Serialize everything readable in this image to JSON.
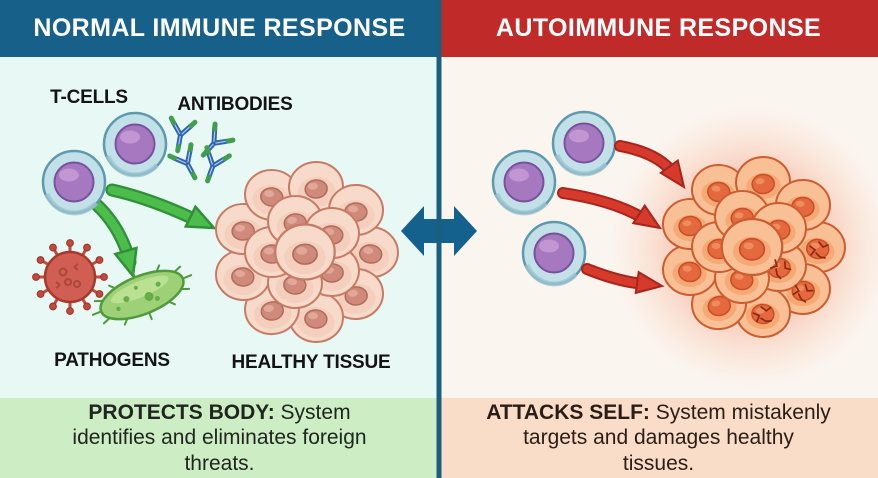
{
  "left_panel": {
    "header": "NORMAL IMMUNE RESPONSE",
    "labels": {
      "t_cells": "T-CELLS",
      "antibodies": "ANTIBODIES",
      "pathogens": "PATHOGENS",
      "healthy_tissue": "HEALTHY TISSUE"
    },
    "caption_bold": "PROTECTS BODY:",
    "caption_text": " System identifies and eliminates foreign threats."
  },
  "right_panel": {
    "header": "AUTOIMMUNE RESPONSE",
    "caption_bold": "ATTACKS SELF:",
    "caption_text": " System mistakenly targets and damages healthy tissues."
  },
  "colors": {
    "left_header_bg": "#176089",
    "right_header_bg": "#c02a28",
    "left_panel_bg": "#e8f8f4",
    "right_panel_bg": "#fbf5ef",
    "left_caption_bg": "#cdeec5",
    "right_caption_bg": "#f9ddc8",
    "divider": "#1b5f80",
    "double_arrow": "#15618d",
    "green_arrow": "#4cbd4a",
    "green_arrow_outline": "#2f8f3a",
    "red_arrow": "#d63a2b",
    "red_arrow_outline": "#a8241d",
    "t_cell_body": "#c2e0e8",
    "t_cell_nucleus": "#a678bf",
    "healthy_cell": "#f8dacb",
    "inflamed_cell": "#f8c094",
    "virus": "#d15e52",
    "bacterium": "#9ed077"
  },
  "icons": {
    "t_cell": "t-cell-icon",
    "antibody": "antibody-icon",
    "virus": "virus-icon",
    "bacterium": "bacterium-icon",
    "healthy_cluster": "healthy-tissue-cluster",
    "inflamed_cluster": "inflamed-tissue-cluster",
    "green_arrow": "green-arrow-icon",
    "red_arrow": "red-arrow-icon",
    "double_arrow": "bidirectional-arrow-icon"
  }
}
